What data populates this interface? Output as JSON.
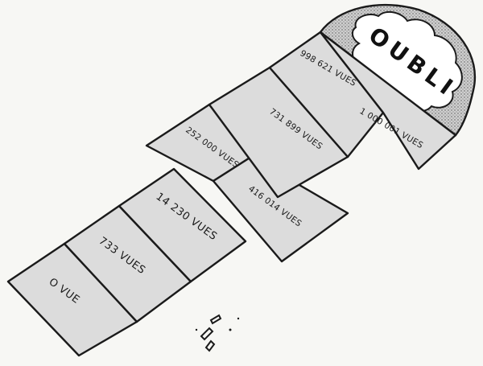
{
  "cells": {
    "c0": "O VUE",
    "c1": "733 VUES",
    "c2": "14 230 VUES",
    "c3": "252 000 VUES",
    "c4": "416 014 VUES",
    "c5": "731 899 VUES",
    "c6": "998 621 VUES",
    "c7": "1 000 001 VUES"
  },
  "top": {
    "oubli": "OUBLI"
  },
  "colors": {
    "paper": "#f7f7f4",
    "cell_fill": "#dcdcdc",
    "ink": "#1a1a1a",
    "dots": "#8a8a8a"
  }
}
